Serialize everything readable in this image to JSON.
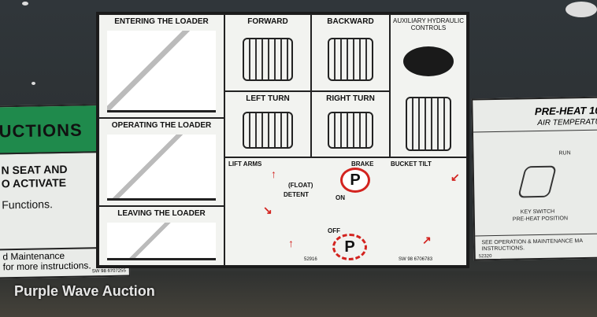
{
  "left_decal": {
    "header": "UCTIONS",
    "line1": "N SEAT AND",
    "line2": "O ACTIVATE",
    "line3": "Functions.",
    "footer1": "d Maintenance",
    "footer2": "for more instructions.",
    "code": "SW 98 6707255"
  },
  "center_decal": {
    "entering": "ENTERING THE LOADER",
    "operating": "OPERATING THE LOADER",
    "leaving": "LEAVING THE LOADER",
    "forward": "FORWARD",
    "backward": "BACKWARD",
    "aux": "AUXILIARY HYDRAULIC CONTROLS",
    "left_turn": "LEFT TURN",
    "right_turn": "RIGHT TURN",
    "lift_arms": "LIFT ARMS",
    "float": "(FLOAT)",
    "detent": "DETENT",
    "brake": "BRAKE",
    "on": "ON",
    "off": "OFF",
    "bucket_tilt": "BUCKET TILT",
    "p_symbol": "P",
    "code1": "52916",
    "code2": "SW 98 6706783",
    "accent": "#d3231f"
  },
  "right_decal": {
    "title": "PRE-HEAT 10",
    "subtitle": "AIR TEMPERATU",
    "run": "RUN",
    "key1": "KEY SWITCH",
    "key2": "PRE-HEAT POSITION",
    "note1": "SEE OPERATION & MAINTENANCE MA",
    "note2": "INSTRUCTIONS.",
    "code": "52320"
  },
  "watermark": "Purple Wave Auction"
}
